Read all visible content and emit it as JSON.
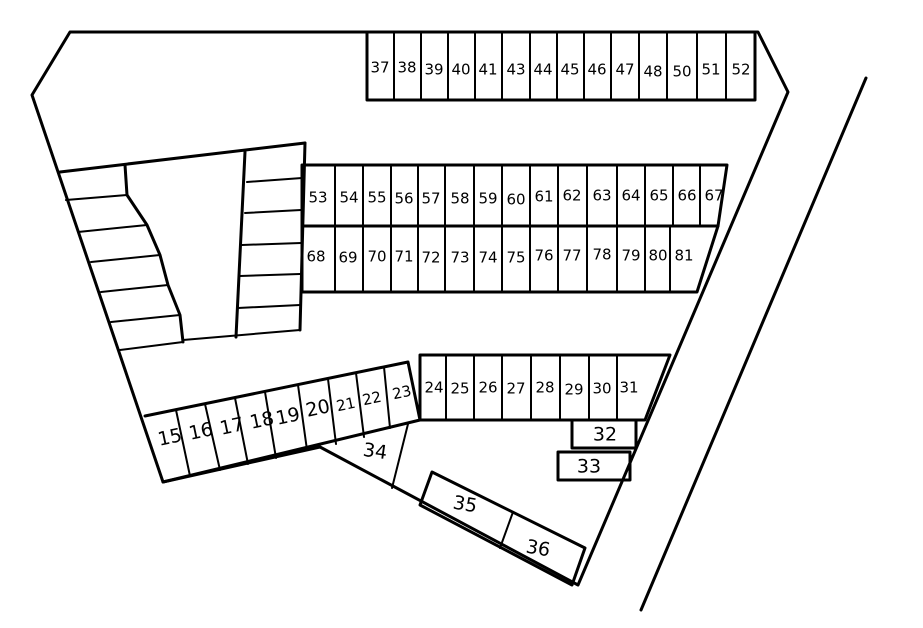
{
  "map": {
    "spaces": {
      "s15": "15",
      "s16": "16",
      "s17": "17",
      "s18": "18",
      "s19": "19",
      "s20": "20",
      "s21": "21",
      "s22": "22",
      "s23": "23",
      "s24": "24",
      "s25": "25",
      "s26": "26",
      "s27": "27",
      "s28": "28",
      "s29": "29",
      "s30": "30",
      "s31": "31",
      "s32": "32",
      "s33": "33",
      "s34": "34",
      "s35": "35",
      "s36": "36",
      "s37": "37",
      "s38": "38",
      "s39": "39",
      "s40": "40",
      "s41": "41",
      "s43": "43",
      "s44": "44",
      "s45": "45",
      "s46": "46",
      "s47": "47",
      "s48": "48",
      "s50": "50",
      "s51": "51",
      "s52": "52",
      "s53": "53",
      "s54": "54",
      "s55": "55",
      "s56": "56",
      "s57": "57",
      "s58": "58",
      "s59": "59",
      "s60": "60",
      "s61": "61",
      "s62": "62",
      "s63": "63",
      "s64": "64",
      "s65": "65",
      "s66": "66",
      "s67": "67",
      "s68": "68",
      "s69": "69",
      "s70": "70",
      "s71": "71",
      "s72": "72",
      "s73": "73",
      "s74": "74",
      "s75": "75",
      "s76": "76",
      "s77": "77",
      "s78": "78",
      "s79": "79",
      "s80": "80",
      "s81": "81"
    }
  }
}
